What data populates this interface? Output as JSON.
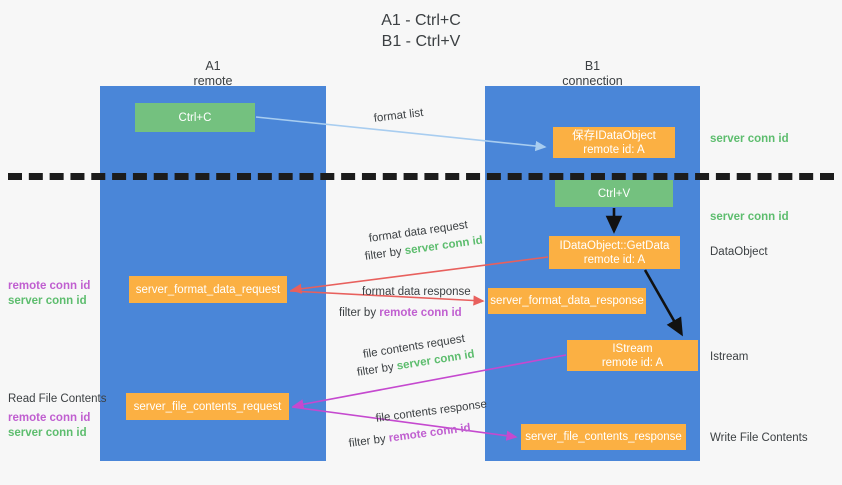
{
  "title": "A1 - Ctrl+C\nB1 - Ctrl+V",
  "lanes": [
    {
      "name": "A1",
      "role": "remote",
      "label": "A1\nremote"
    },
    {
      "name": "B1",
      "role": "connection",
      "label": "B1\nconnection"
    }
  ],
  "boxes": {
    "ctrl_c": "Ctrl+C",
    "save_dataobject": "保存IDataObject\nremote id: A",
    "ctrl_v": "Ctrl+V",
    "getdata": "IDataObject::GetData\nremote id: A",
    "server_format_data_request": "server_format_data_request",
    "server_format_data_response": "server_format_data_response",
    "istream": "IStream\nremote id: A",
    "server_file_contents_request": "server_file_contents_request",
    "server_file_contents_response": "server_file_contents_response"
  },
  "flows": {
    "format_list": "format list",
    "format_data_request": "format data request",
    "format_data_request_filter_prefix": "filter by ",
    "format_data_request_filter_key": "server conn id",
    "format_data_response": "format data response",
    "format_data_response_filter_prefix": "filter by ",
    "format_data_response_filter_key": "remote conn id",
    "file_contents_request": "file contents request",
    "file_contents_request_filter_prefix": "filter by ",
    "file_contents_request_filter_key": "server conn id",
    "file_contents_response": "file contents response",
    "file_contents_response_filter_prefix": "filter by ",
    "file_contents_response_filter_key": "remote conn id"
  },
  "left_labels": {
    "format_remote": "remote conn id",
    "format_server": "server conn id",
    "read_file_contents": "Read File Contents",
    "file_remote": "remote conn id",
    "file_server": "server conn id"
  },
  "right_labels": {
    "server_conn_id_top": "server conn id",
    "server_conn_id_second": "server conn id",
    "dataobject": "DataObject",
    "istream": "Istream",
    "write_file_contents": "Write File Contents"
  },
  "colors": {
    "background": "#f7f7f7",
    "lane": "#4a86d8",
    "green_box": "#74c17f",
    "orange_box": "#fbb043",
    "text": "#3c4043",
    "server_conn_id": "#5dbd6e",
    "remote_conn_id": "#c05fd0",
    "arrow_format_list": "#a8cdf0",
    "arrow_format_data": "#e8605d",
    "arrow_file_contents": "#c549cf",
    "arrow_internal": "#111111",
    "divider": "#1c1c1c"
  }
}
